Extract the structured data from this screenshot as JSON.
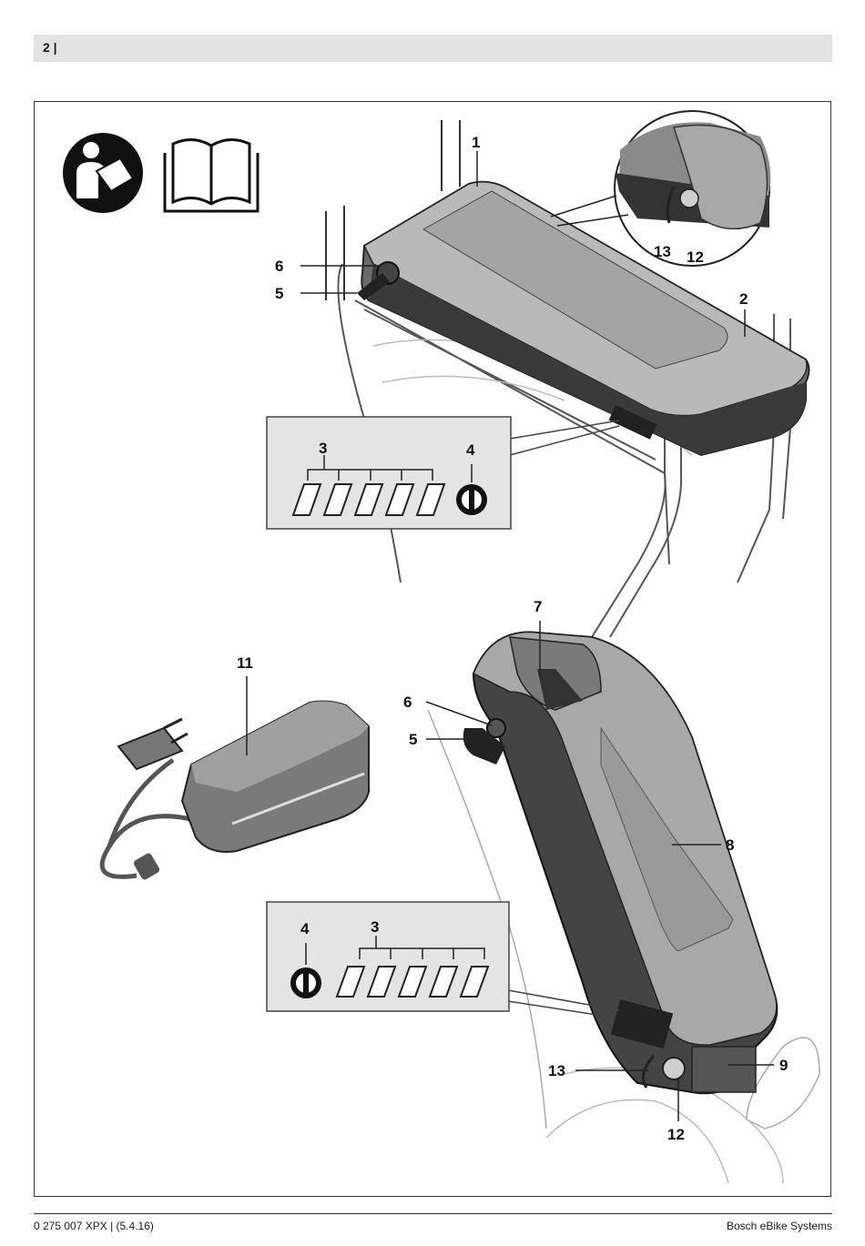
{
  "header": {
    "page_number": "2 |"
  },
  "labels": {
    "top": {
      "l1": "1",
      "l2": "2",
      "l3": "3",
      "l4": "4",
      "l5": "5",
      "l6": "6",
      "l12": "12",
      "l13": "13"
    },
    "bottom": {
      "l3": "3",
      "l4": "4",
      "l5": "5",
      "l6": "6",
      "l7": "7",
      "l8": "8",
      "l9": "9",
      "l11": "11",
      "l12": "12",
      "l13": "13"
    }
  },
  "footer": {
    "doc_id": "0 275 007 XPX | (5.4.16)",
    "brand": "Bosch eBike Systems"
  }
}
